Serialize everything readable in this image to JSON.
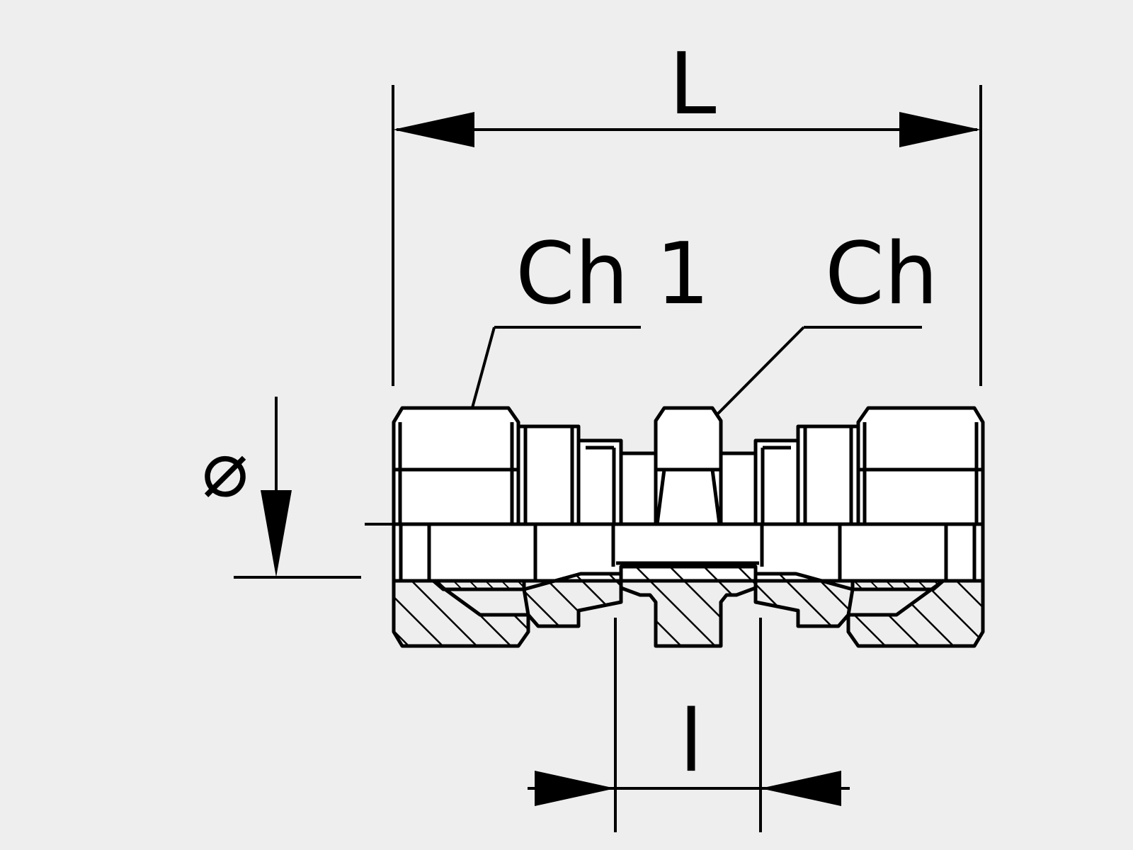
{
  "colors": {
    "background": "#eeeeee",
    "ink": "#000000",
    "fill": "#ffffff"
  },
  "dimensions": {
    "length_label": "L",
    "inner_length_label": "l",
    "diameter_symbol": "⌀"
  },
  "callouts": {
    "nut_wrench_label": "Ch 1",
    "body_wrench_label": "Ch"
  }
}
